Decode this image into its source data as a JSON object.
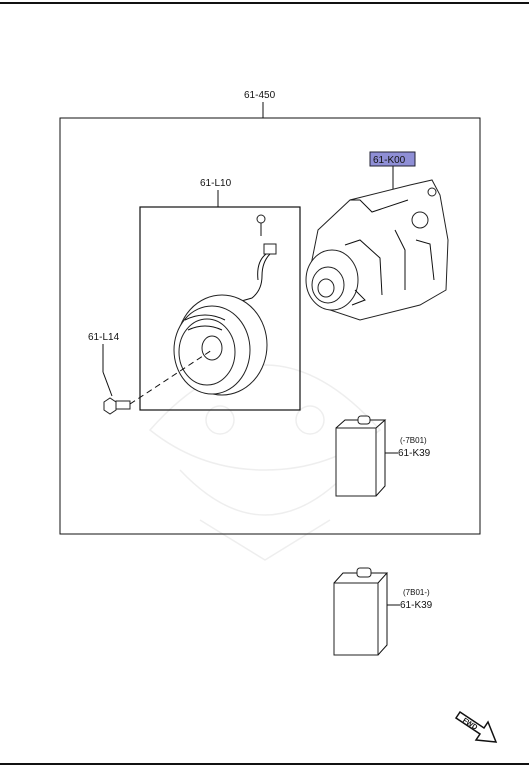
{
  "parts": {
    "assembly": "61-450",
    "compressor": "61-K00",
    "clutch": "61-L10",
    "bolt": "61-L14",
    "oil_upper": {
      "range": "(-7B01)",
      "code": "61-K39"
    },
    "oil_lower": {
      "range": "(7B01-)",
      "code": "61-K39"
    }
  },
  "fwd_label": "FWD",
  "colors": {
    "highlight": "#8f8fd6"
  }
}
